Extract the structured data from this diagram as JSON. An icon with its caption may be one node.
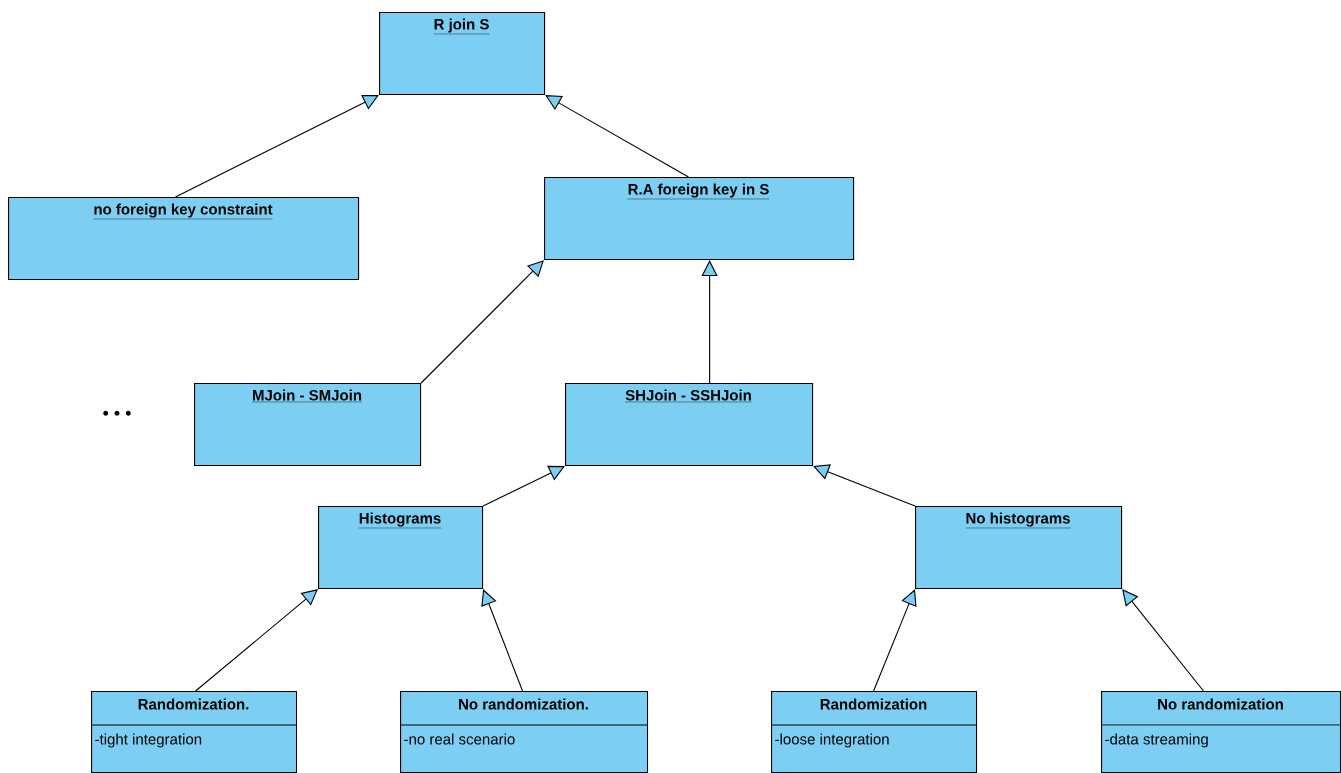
{
  "diagram": {
    "nodes": [
      {
        "text": [
          "R join S"
        ]
      },
      {
        "text": [
          "no foreign key constraint"
        ]
      },
      {
        "text": [
          "R.A foreign key in S"
        ]
      },
      {
        "text": [
          "MJoin - SMJoin"
        ]
      },
      {
        "text": [
          "SHJoin - SSHJoin"
        ]
      },
      {
        "text": [
          "Histograms"
        ]
      },
      {
        "text": [
          "No histograms"
        ]
      },
      {
        "text": [
          "Randomization.",
          "-tight integration"
        ]
      },
      {
        "text": [
          "No randomization.",
          "-no real scenario"
        ]
      },
      {
        "text": [
          "Randomization",
          "-loose integration"
        ]
      },
      {
        "text": [
          "No randomization",
          "-data streaming"
        ]
      }
    ],
    "edges": [
      {
        "from": 1,
        "to": 0,
        "arrow": "to"
      },
      {
        "from": 2,
        "to": 0,
        "arrow": "to"
      },
      {
        "from": 3,
        "to": 2,
        "arrow": "to"
      },
      {
        "from": 4,
        "to": 2,
        "arrow": "to"
      },
      {
        "from": 5,
        "to": 4,
        "arrow": "to"
      },
      {
        "from": 6,
        "to": 4,
        "arrow": "to"
      },
      {
        "from": 7,
        "to": 5,
        "arrow": "to"
      },
      {
        "from": 8,
        "to": 5,
        "arrow": "to"
      },
      {
        "from": 9,
        "to": 6,
        "arrow": "to"
      },
      {
        "from": 10,
        "to": 6,
        "arrow": "to"
      }
    ],
    "labels": [
      "• • •"
    ]
  }
}
